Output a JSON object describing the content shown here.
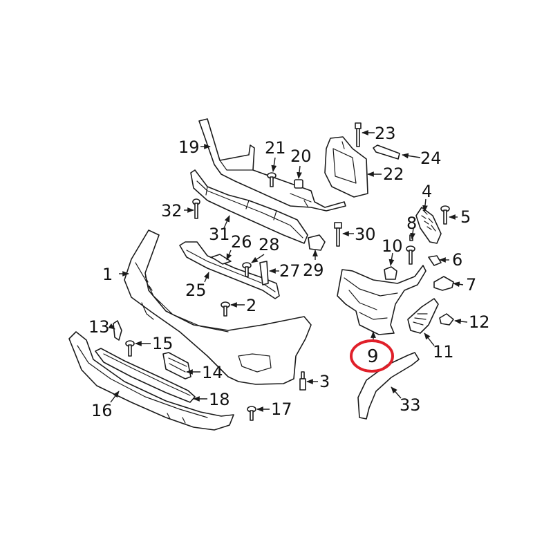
{
  "callouts": {
    "c1": "1",
    "c2": "2",
    "c3": "3",
    "c4": "4",
    "c5": "5",
    "c6": "6",
    "c7": "7",
    "c8": "8",
    "c9": "9",
    "c10": "10",
    "c11": "11",
    "c12": "12",
    "c13": "13",
    "c14": "14",
    "c15": "15",
    "c16": "16",
    "c17": "17",
    "c18": "18",
    "c19": "19",
    "c20": "20",
    "c21": "21",
    "c22": "22",
    "c23": "23",
    "c24": "24",
    "c25": "25",
    "c26": "26",
    "c27": "27",
    "c28": "28",
    "c29": "29",
    "c30": "30",
    "c31": "31",
    "c32": "32",
    "c33": "33"
  },
  "highlighted_callout": "9",
  "colors": {
    "highlight": "#e0202a",
    "line": "#1a1a1a",
    "background": "#ffffff"
  }
}
